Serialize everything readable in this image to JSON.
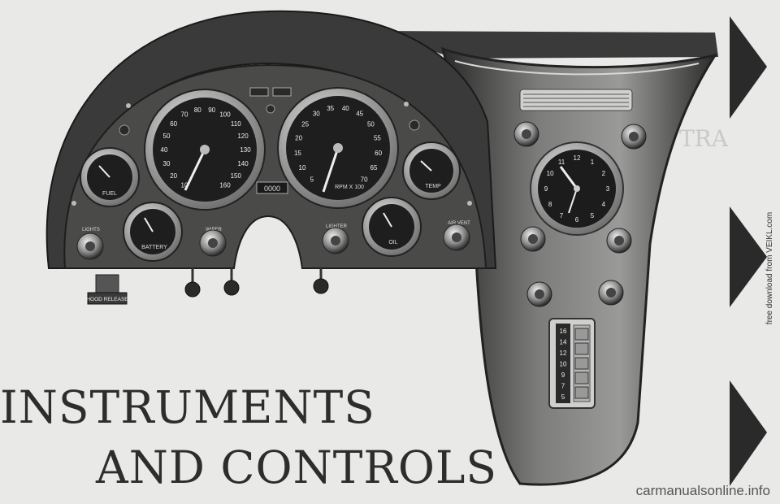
{
  "title": {
    "line1": "INSTRUMENTS",
    "line2": "AND CONTROLS"
  },
  "ghost_heading": "TRA",
  "footer_watermark": "carmanualsonline.info",
  "side_watermark": "free download from VEIKL.com",
  "hood_release_label": "HOOD RELEASE",
  "gauges": {
    "speedometer": {
      "ticks": [
        "10",
        "20",
        "30",
        "40",
        "50",
        "60",
        "70",
        "80",
        "90",
        "100",
        "110",
        "120",
        "130",
        "140",
        "150",
        "160"
      ]
    },
    "tachometer": {
      "ticks": [
        "5",
        "10",
        "15",
        "20",
        "25",
        "30",
        "35",
        "40",
        "45",
        "50",
        "55",
        "60",
        "65",
        "70"
      ],
      "unit": "RPM X 100"
    },
    "fuel": {
      "label": "FUEL"
    },
    "battery": {
      "label": "BATTERY"
    },
    "temp": {
      "label": "TEMP"
    },
    "oil": {
      "label": "OIL"
    },
    "odometer": "0000"
  },
  "controls": {
    "lights": "LIGHTS",
    "wiper": "WIPER",
    "lighter": "LIGHTER",
    "air_vent": "AIR VENT"
  },
  "radio": {
    "dial_numbers": [
      "16",
      "14",
      "12",
      "10",
      "9",
      "7",
      "5"
    ]
  },
  "colors": {
    "dash_dark": "#2f2f2f",
    "dash_light": "#8c8c8a",
    "background": "#e9e9e7",
    "chrome": "#c8c8c6"
  }
}
